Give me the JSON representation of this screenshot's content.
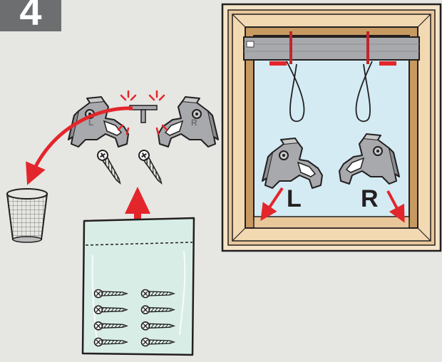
{
  "step_number": "4",
  "labels": {
    "left_bracket_mark": "L",
    "right_bracket_mark": "R",
    "left_side": "L",
    "right_side": "R"
  },
  "colors": {
    "background": "#e6e6e2",
    "badge": "#6d6e70",
    "arrow": "#e3262b",
    "frame_wood": "#e8c79a",
    "glass": "#d4ebf4",
    "bracket": "#a7a9ac",
    "bag": "#d8ede6"
  },
  "counts": {
    "screws_in_bag": 8,
    "loose_screws": 2
  }
}
